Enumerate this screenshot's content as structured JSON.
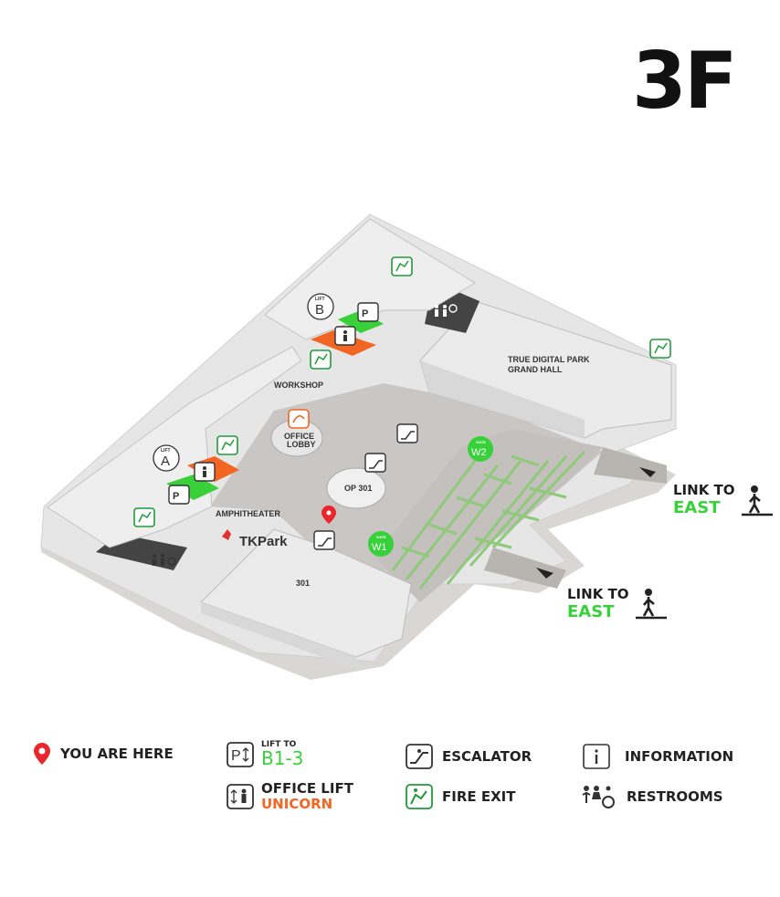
{
  "floor": "3F",
  "map": {
    "labels": {
      "grand_hall": [
        "TRUE DIGITAL PARK",
        "GRAND HALL"
      ],
      "workshop": "WORKSHOP",
      "office_lobby": [
        "OFFICE",
        "LOBBY"
      ],
      "op301": "OP 301",
      "amphitheater": "AMPHITHEATER",
      "room301": "301",
      "tkpark": "TKPark",
      "lift_a": "A",
      "lift_b": "B",
      "lift_word": "LIFT",
      "gate_word": "GATE",
      "gate_w1": "W1",
      "gate_w2": "W2"
    },
    "links": [
      {
        "line1": "LINK TO",
        "line2": "EAST"
      },
      {
        "line1": "LINK TO",
        "line2": "EAST"
      }
    ]
  },
  "legend": {
    "you_are_here": "YOU ARE HERE",
    "lift_to_small": "LIFT TO",
    "lift_to_big": "B1-3",
    "office_lift": "OFFICE LIFT",
    "office_lift_sub": "UNICORN",
    "escalator": "ESCALATOR",
    "fire_exit": "FIRE EXIT",
    "information": "INFORMATION",
    "restrooms": "RESTROOMS"
  },
  "colors": {
    "green": "#38d13a",
    "orange": "#f26522",
    "dark_green_exit": "#1f9b3a",
    "floor_gray": "#c9c6c3",
    "block_gray": "#ebebeb",
    "dark_room": "#444444"
  }
}
